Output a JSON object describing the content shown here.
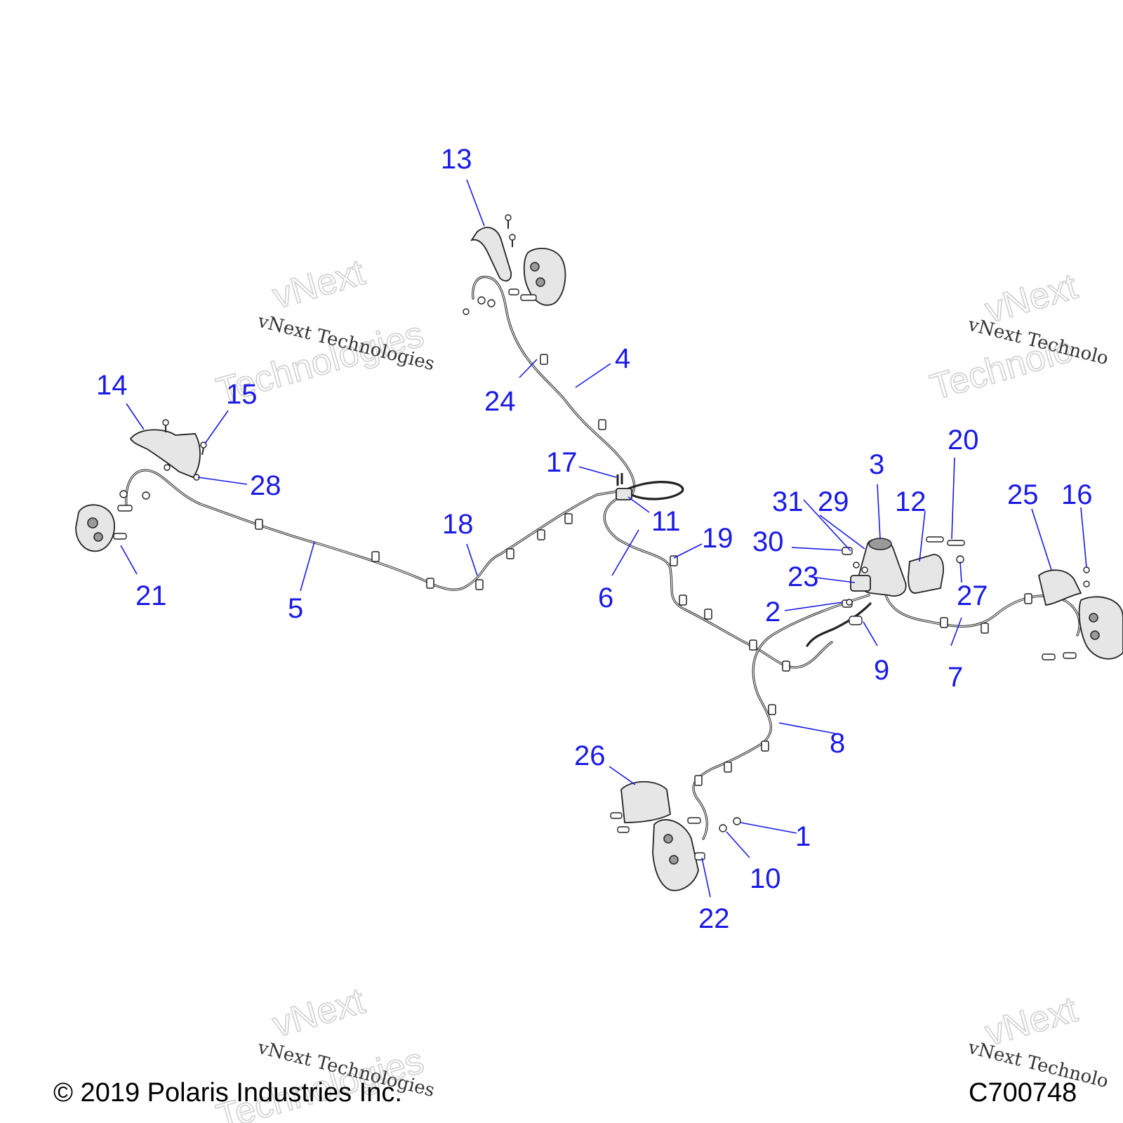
{
  "callouts": [
    "1",
    "2",
    "3",
    "4",
    "5",
    "6",
    "7",
    "8",
    "9",
    "10",
    "11",
    "12",
    "13",
    "14",
    "15",
    "16",
    "17",
    "18",
    "19",
    "20",
    "21",
    "22",
    "23",
    "24",
    "25",
    "26",
    "27",
    "28",
    "29",
    "30",
    "31"
  ],
  "watermark": {
    "line1": "vNext Technologies",
    "line2_top": "vNext",
    "line2_bottom": "Technologies",
    "line3_partial": "vNext Technolo",
    "line4_partial": "vNext",
    "line5_partial": "Technolo"
  },
  "footer": {
    "copyright": "© 2019 Polaris Industries Inc.",
    "diagram_id": "C700748"
  }
}
